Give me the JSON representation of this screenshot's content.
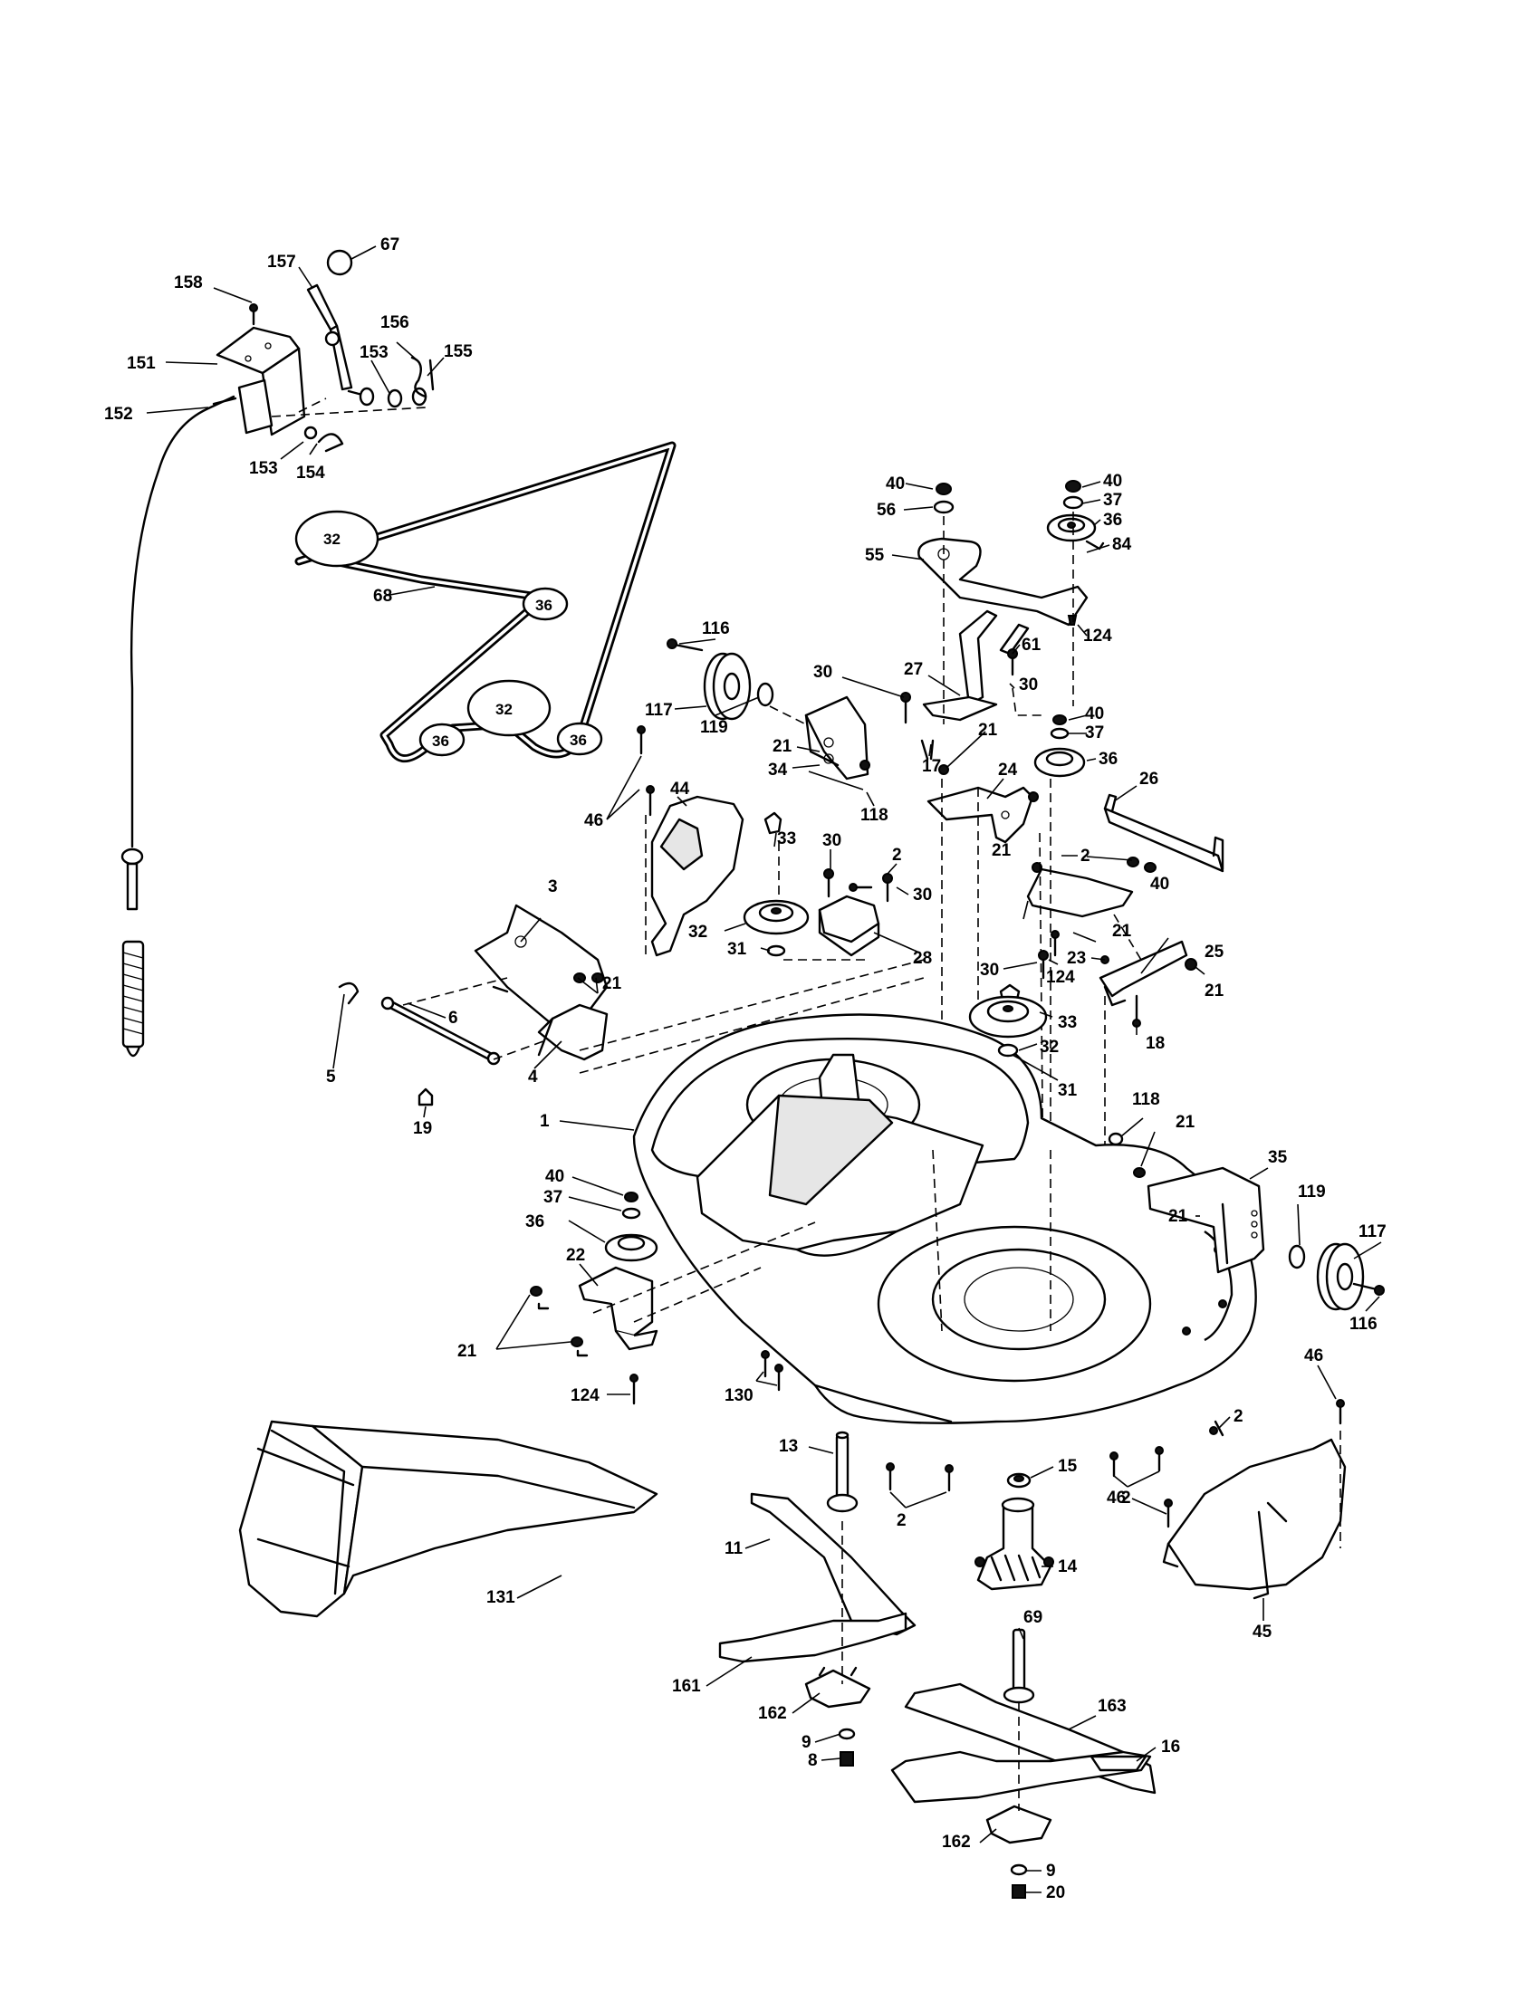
{
  "diagram": {
    "labels": {
      "l158": "158",
      "l157": "157",
      "l67": "67",
      "l151": "151",
      "l152": "152",
      "l156": "156",
      "l153a": "153",
      "l155": "155",
      "l153b": "153",
      "l154": "154",
      "l68": "68",
      "p32a": "32",
      "p36a": "36",
      "p32b": "32",
      "p36b": "36",
      "p36c": "36",
      "l40a": "40",
      "l56": "56",
      "l55": "55",
      "l40b": "40",
      "l37a": "37",
      "l36a": "36",
      "l84": "84",
      "l124a": "124",
      "l61": "61",
      "l116a": "116",
      "l30a": "30",
      "l27": "27",
      "l30b": "30",
      "l117a": "117",
      "l119a": "119",
      "l21a": "21",
      "l21b": "21",
      "l40c": "40",
      "l37b": "37",
      "l36b": "36",
      "l17": "17",
      "l34": "34",
      "l118a": "118",
      "l24": "24",
      "l26": "26",
      "l46a": "46",
      "l44": "44",
      "l2a": "2",
      "l33a": "33",
      "l30c": "30",
      "l30d": "30",
      "l2b": "2",
      "l40d": "40",
      "l21c": "21",
      "l3": "3",
      "l32a": "32",
      "l23": "23",
      "l21d": "21",
      "l25": "25",
      "l31a": "31",
      "l28": "28",
      "l30e": "30",
      "l124b": "124",
      "l21e": "21",
      "l21f": "21",
      "l6": "6",
      "l33b": "33",
      "l18": "18",
      "l5": "5",
      "l4": "4",
      "l32b": "32",
      "l31b": "31",
      "l19": "19",
      "l1": "1",
      "l118b": "118",
      "l21g": "21",
      "l35": "35",
      "l40e": "40",
      "l37c": "37",
      "l36c": "36",
      "l21h": "21",
      "l119b": "119",
      "l117b": "117",
      "l22": "22",
      "l21i": "21",
      "l116b": "116",
      "l124c": "124",
      "l130": "130",
      "l46b": "46",
      "l2c": "2",
      "l13": "13",
      "l15": "15",
      "l2d": "2",
      "l2e": "2",
      "l46c": "46",
      "l11": "11",
      "l14": "14",
      "l131": "131",
      "l45": "45",
      "l69": "69",
      "l161": "161",
      "l162a": "162",
      "l163": "163",
      "l9a": "9",
      "l8": "8",
      "l16": "16",
      "l162b": "162",
      "l9b": "9",
      "l20": "20"
    }
  }
}
